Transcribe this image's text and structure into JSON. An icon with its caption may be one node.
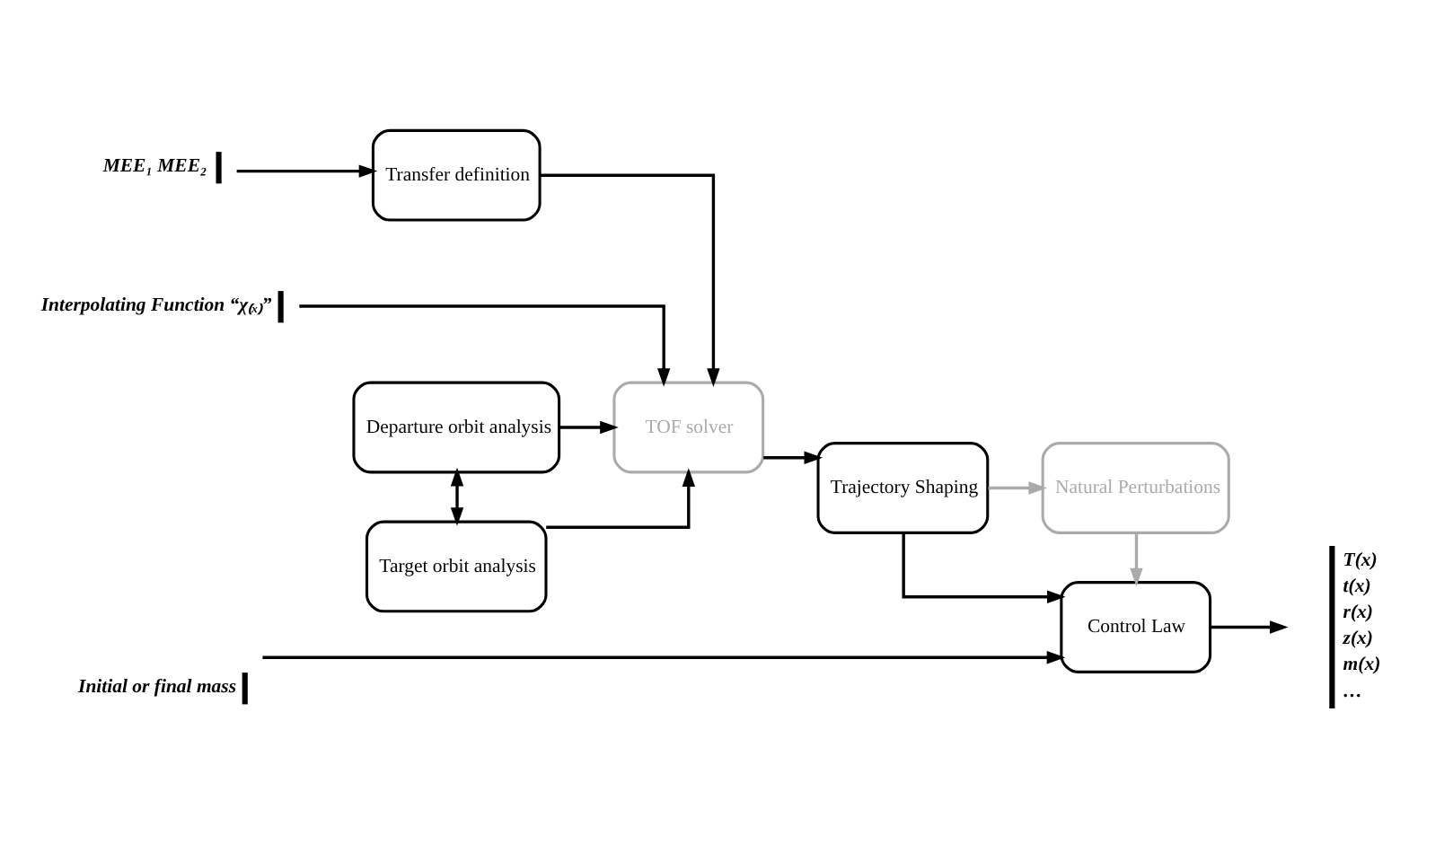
{
  "diagram": {
    "nodes": [
      {
        "text": [
          "Interpolating Function “χ₍ₓ₎”"
        ]
      },
      {
        "text": [
          "Departure orbit analysis"
        ]
      },
      {
        "text": [
          "Natural Perturbations"
        ]
      },
      {
        "text": [
          "MEE₁ MEE₂"
        ]
      },
      {
        "text": [
          "Transfer definition"
        ]
      },
      {
        "text": [
          "TOF solver"
        ]
      },
      {
        "text": [
          "Trajectory Shaping"
        ]
      },
      {
        "text": [
          "Control Law"
        ]
      },
      {
        "text": [
          "T(x)",
          "t(x)",
          "r(x)",
          "z(x)",
          "m(x)",
          "…"
        ]
      },
      {
        "text": [
          "Target orbit analysis"
        ]
      },
      {
        "text": [
          "Initial or final mass"
        ]
      }
    ],
    "edges": [
      {
        "from": 0,
        "to": 5,
        "arrow": "to"
      },
      {
        "from": 3,
        "to": 4,
        "arrow": "to"
      },
      {
        "from": 4,
        "to": 5,
        "arrow": "to"
      },
      {
        "from": 1,
        "to": 9,
        "arrow": "both"
      },
      {
        "from": 1,
        "to": 5,
        "arrow": "to"
      },
      {
        "from": 9,
        "to": 5,
        "arrow": "to"
      },
      {
        "from": 5,
        "to": 6,
        "arrow": "to"
      },
      {
        "from": 6,
        "to": 7,
        "arrow": "to"
      },
      {
        "from": 6,
        "to": 2,
        "arrow": "to",
        "color": "#aaaaaa"
      },
      {
        "from": 2,
        "to": 7,
        "arrow": "to",
        "color": "#aaaaaa"
      },
      {
        "from": 10,
        "to": 7,
        "arrow": "to"
      },
      {
        "from": 7,
        "to": 8,
        "arrow": "to"
      }
    ]
  }
}
